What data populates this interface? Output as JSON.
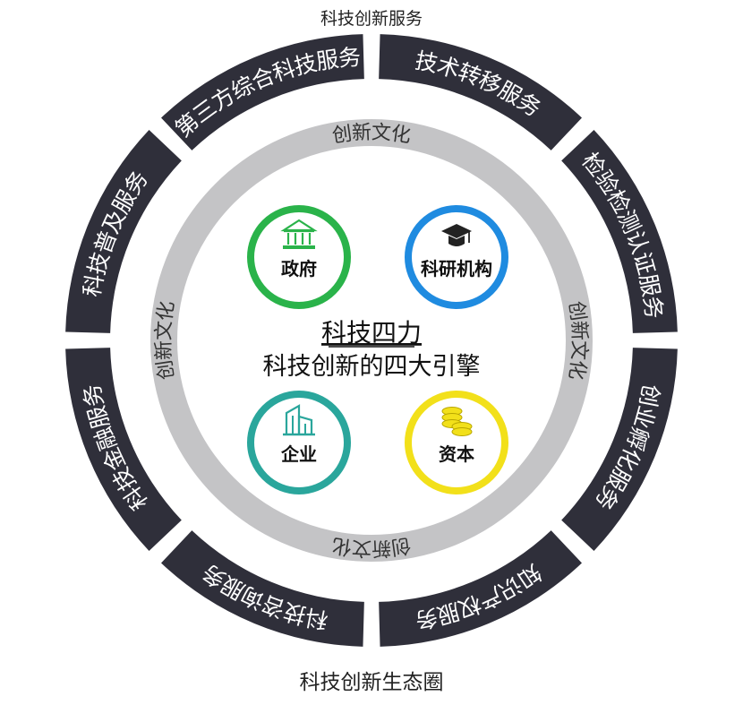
{
  "captions": {
    "top": "科技创新服务",
    "bottom": "科技创新生态圈"
  },
  "center": {
    "title": "科技四力",
    "subtitle": "科技创新的四大引擎"
  },
  "culture_ring": {
    "label": "创新文化"
  },
  "services": [
    "第三方综合科技服务",
    "技术转移服务",
    "检验检测认证服务",
    "创业孵化服务",
    "知识产权服务",
    "科技咨询服务",
    "科技金融服务",
    "科技普及服务"
  ],
  "forces": [
    {
      "name": "government",
      "label": "政府",
      "color": "#2ab34a",
      "icon": "bank-icon"
    },
    {
      "name": "research",
      "label": "科研机构",
      "color": "#1f8be0",
      "icon": "graduation-cap-icon"
    },
    {
      "name": "enterprise",
      "label": "企业",
      "color": "#2aa69c",
      "icon": "building-icon"
    },
    {
      "name": "capital",
      "label": "资本",
      "color": "#f2e01a",
      "icon": "coins-icon"
    }
  ],
  "colors": {
    "outer_ring": "#2f2f3a",
    "culture_ring": "#c4c4c6",
    "ring_text": "#ffffff",
    "culture_text": "#333333"
  }
}
